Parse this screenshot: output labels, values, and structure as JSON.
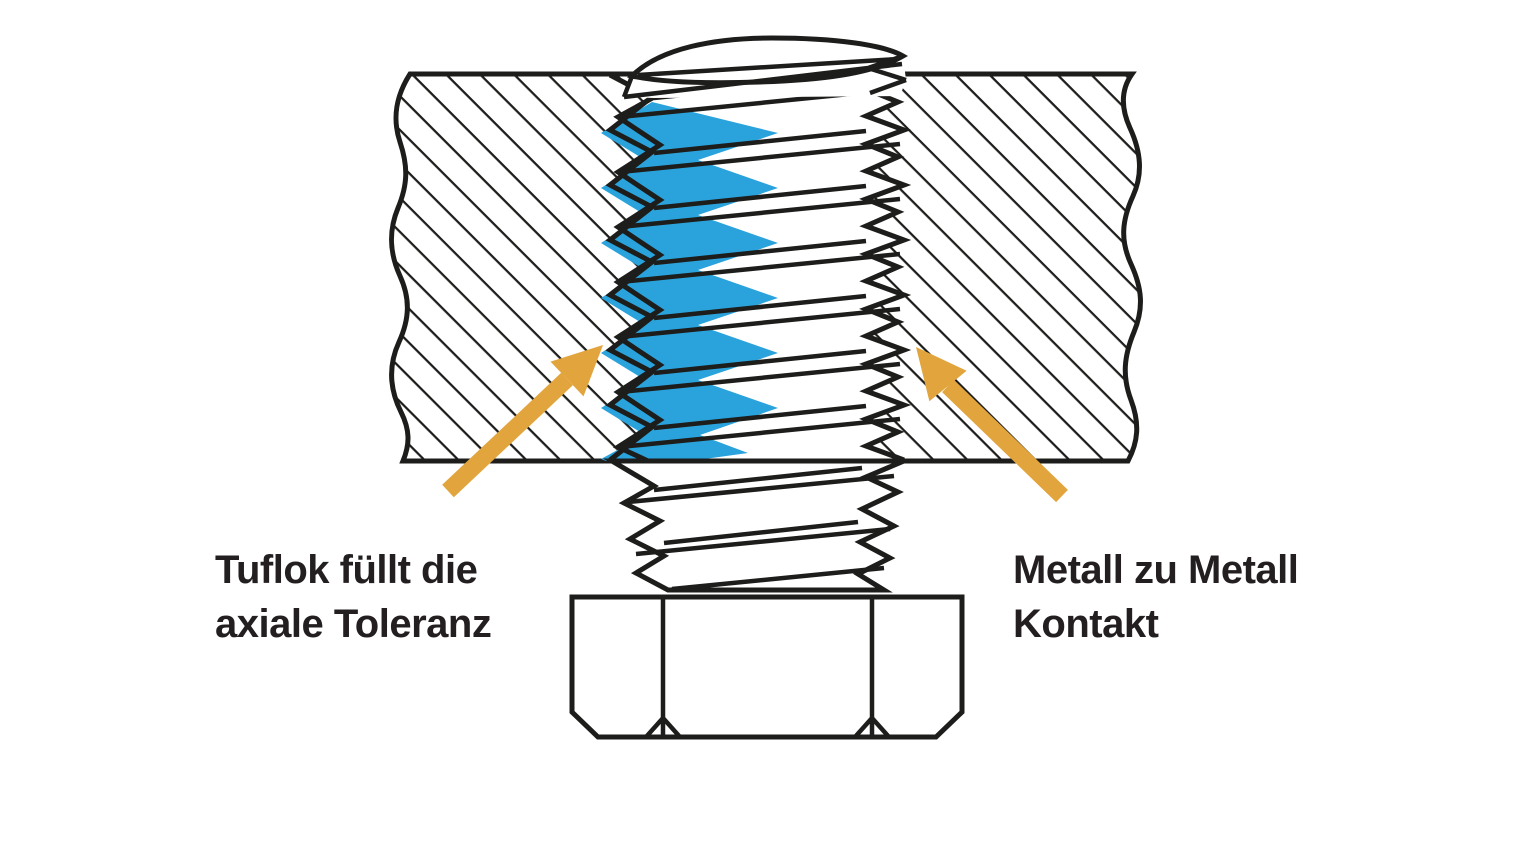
{
  "diagram": {
    "labels": {
      "left_line1": "Tuflok füllt die",
      "left_line2": "axiale Toleranz",
      "right_line1": "Metall zu Metall",
      "right_line2": "Kontakt"
    },
    "colors": {
      "tuflok_blue": "#2aa3dc",
      "arrow_orange": "#e2a43c",
      "line_ink": "#1d1d1b",
      "background": "#ffffff"
    },
    "icons": {
      "left_arrow": "arrow-up-right-icon",
      "right_arrow": "arrow-up-left-icon"
    }
  }
}
